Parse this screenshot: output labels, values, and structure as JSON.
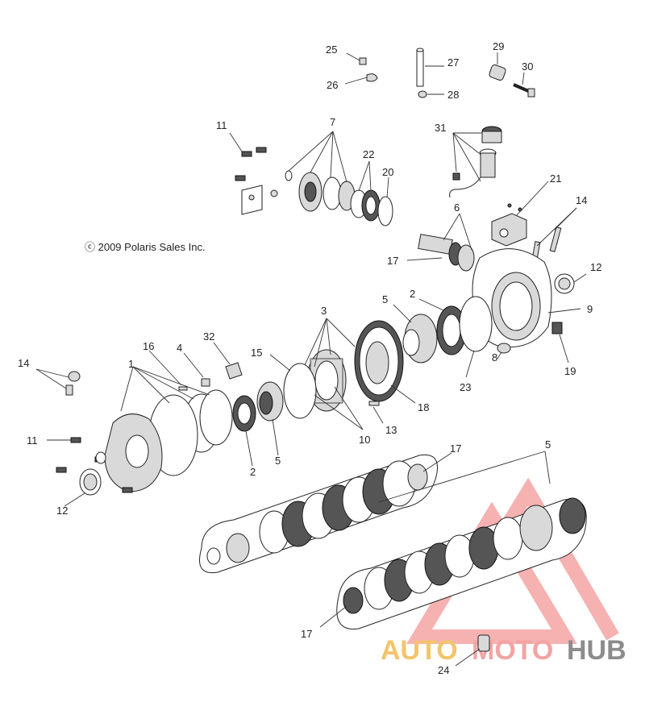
{
  "copyright": "ⓒ 2009 Polaris Sales Inc.",
  "brand": {
    "part1": "AUTO",
    "part2": "MOTO",
    "part3": "HUB"
  },
  "callouts": {
    "n25": "25",
    "n26": "26",
    "n27": "27",
    "n28": "28",
    "n29": "29",
    "n30": "30",
    "n11a": "11",
    "n7": "7",
    "n31": "31",
    "n22": "22",
    "n20": "20",
    "n21": "21",
    "n6": "6",
    "n14a": "14",
    "n17a": "17",
    "n12a": "12",
    "n5a": "5",
    "n2a": "2",
    "n3": "3",
    "n9": "9",
    "n32": "32",
    "n16": "16",
    "n4": "4",
    "n15": "15",
    "n1": "1",
    "n14b": "14",
    "n8": "8",
    "n19": "19",
    "n23": "23",
    "n18": "18",
    "n13": "13",
    "n10": "10",
    "n11b": "11",
    "n2b": "2",
    "n5b": "5",
    "n12b": "12",
    "n17b": "17",
    "n5c": "5",
    "n17c": "17",
    "n24": "24"
  }
}
